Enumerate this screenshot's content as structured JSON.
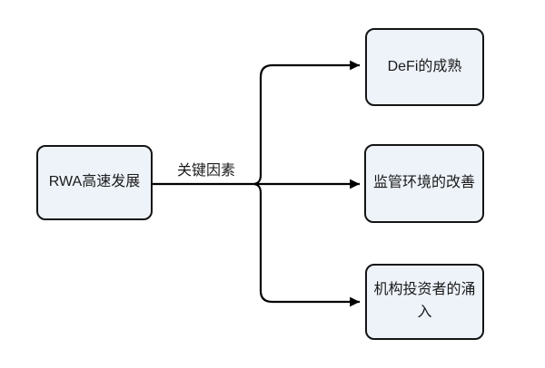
{
  "diagram": {
    "type": "flowchart",
    "source": {
      "label": "RWA高速发展"
    },
    "edge_label": "关键因素",
    "targets": [
      {
        "id": "defi",
        "label": "DeFi的成熟"
      },
      {
        "id": "regulation",
        "label": "监管环境的改善"
      },
      {
        "id": "institutional",
        "label": "机构投资者的涌入"
      }
    ],
    "colors": {
      "background": "#FFFFFF",
      "node_fill": "#EEF3FA",
      "node_border": "#141414",
      "line": "#000000",
      "text": "#1A1A1A"
    }
  }
}
